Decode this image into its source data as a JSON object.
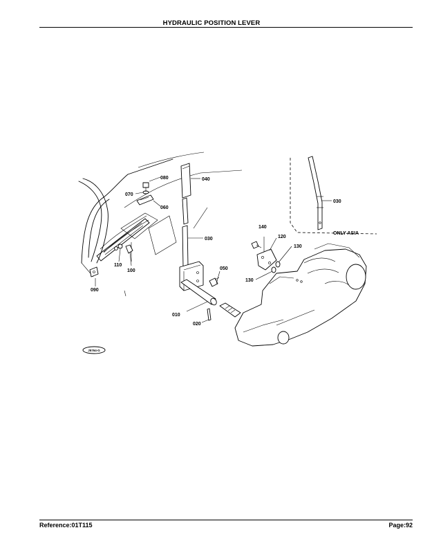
{
  "page": {
    "title": "HYDRAULIC POSITION LEVER",
    "reference": "Reference:01T115",
    "page_number": "Page:92"
  },
  "diagram": {
    "callouts": {
      "c010": "010",
      "c020": "020",
      "c030": "030",
      "c030_inset": "030",
      "c040": "040",
      "c050": "050",
      "c060": "060",
      "c070": "070",
      "c080": "080",
      "c090": "090",
      "c100": "100",
      "c110": "110",
      "c120": "120",
      "c130_a": "130",
      "c130_b": "130",
      "c140": "140"
    },
    "inset_note": "ONLY ASIA",
    "figure_code": "J5764-G"
  }
}
